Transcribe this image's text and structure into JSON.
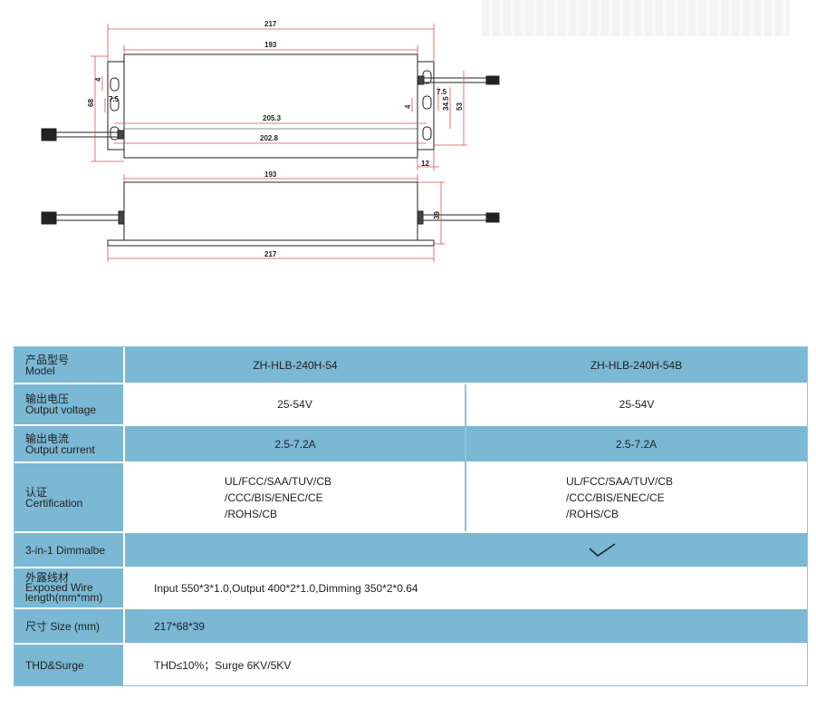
{
  "drawing": {
    "dims": {
      "top_overall": "217",
      "top_body": "193",
      "left_height": "68",
      "left_hole": "4",
      "left_hole_pitch": "7.5",
      "inner_pitch": "205.3",
      "inner_body": "202.8",
      "right_hole": "4",
      "right_hole_pitch": "7.5",
      "right_inner": "34.5",
      "right_outer": "53",
      "tab": "12",
      "side_body": "193",
      "side_height": "39",
      "side_overall": "217"
    }
  },
  "table": {
    "rows": [
      {
        "label_cn": "产品型号",
        "label_en": "Model",
        "col1": "ZH-HLB-240H-54",
        "col2": "ZH-HLB-240H-54B"
      },
      {
        "label_cn": "输出电压",
        "label_en": "Output voltage",
        "col1": "25-54V",
        "col2": "25-54V"
      },
      {
        "label_cn": "输出电流",
        "label_en": "Output current",
        "col1": "2.5-7.2A",
        "col2": "2.5-7.2A"
      },
      {
        "label_cn": "认证",
        "label_en": "Certification",
        "col1_lines": [
          "UL/FCC/SAA/TUV/CB",
          "/CCC/BIS/ENEC/CE",
          "/ROHS/CB"
        ],
        "col2_lines": [
          "UL/FCC/SAA/TUV/CB",
          "/CCC/BIS/ENEC/CE",
          "/ROHS/CB"
        ]
      },
      {
        "label": "3-in-1 Dimmalbe",
        "icon": "checkmark-icon"
      },
      {
        "label_cn": "外露线材",
        "label_en1": "Exposed Wire",
        "label_en2": "length(mm*mm)",
        "value": "Input 550*3*1.0,Output 400*2*1.0,Dimming 350*2*0.64"
      },
      {
        "label": "尺寸 Size (mm)",
        "value": "217*68*39"
      },
      {
        "label": "THD&Surge",
        "value": "THD≤10%；Surge 6KV/5KV"
      }
    ]
  },
  "colors": {
    "row_blue": "#7ab8d4",
    "row_pale": "#dbe9f0",
    "dim_red": "#d9534f"
  }
}
